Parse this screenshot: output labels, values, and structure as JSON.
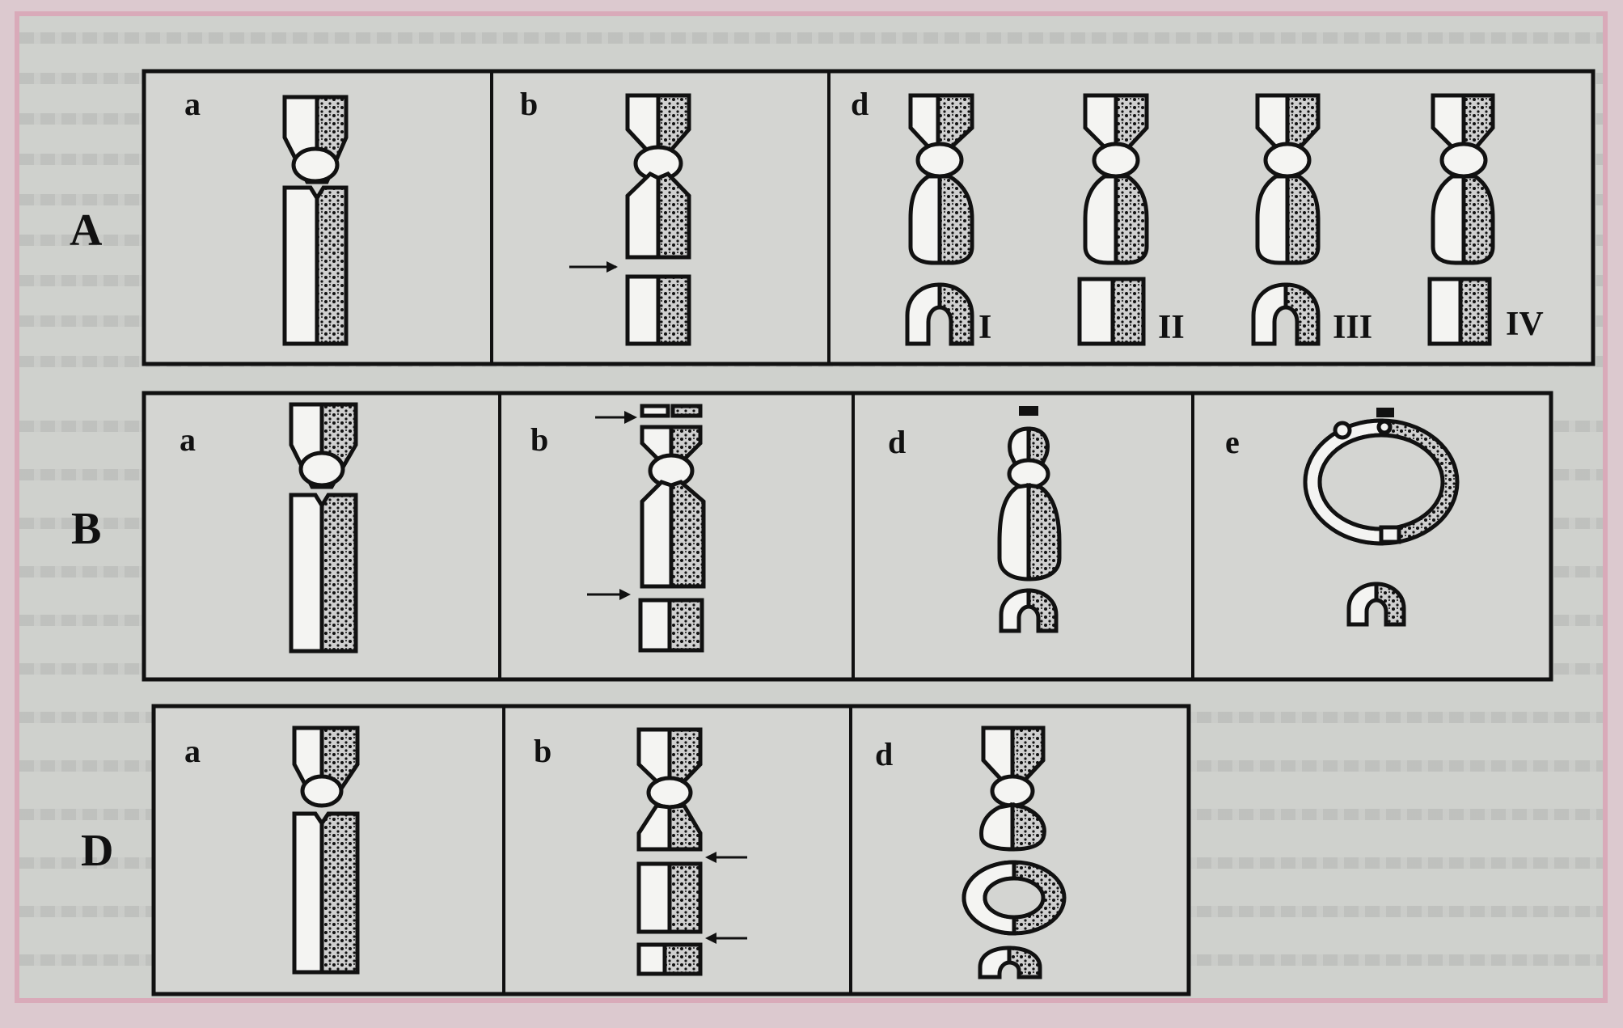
{
  "rows": [
    {
      "label": "A",
      "panels": [
        {
          "label": "a"
        },
        {
          "label": "b"
        },
        {
          "label": "d",
          "variants": [
            "I",
            "II",
            "III",
            "IV"
          ]
        }
      ]
    },
    {
      "label": "B",
      "panels": [
        {
          "label": "a"
        },
        {
          "label": "b"
        },
        {
          "label": "d"
        },
        {
          "label": "e"
        }
      ]
    },
    {
      "label": "D",
      "panels": [
        {
          "label": "a"
        },
        {
          "label": "b"
        },
        {
          "label": "d"
        }
      ]
    }
  ]
}
